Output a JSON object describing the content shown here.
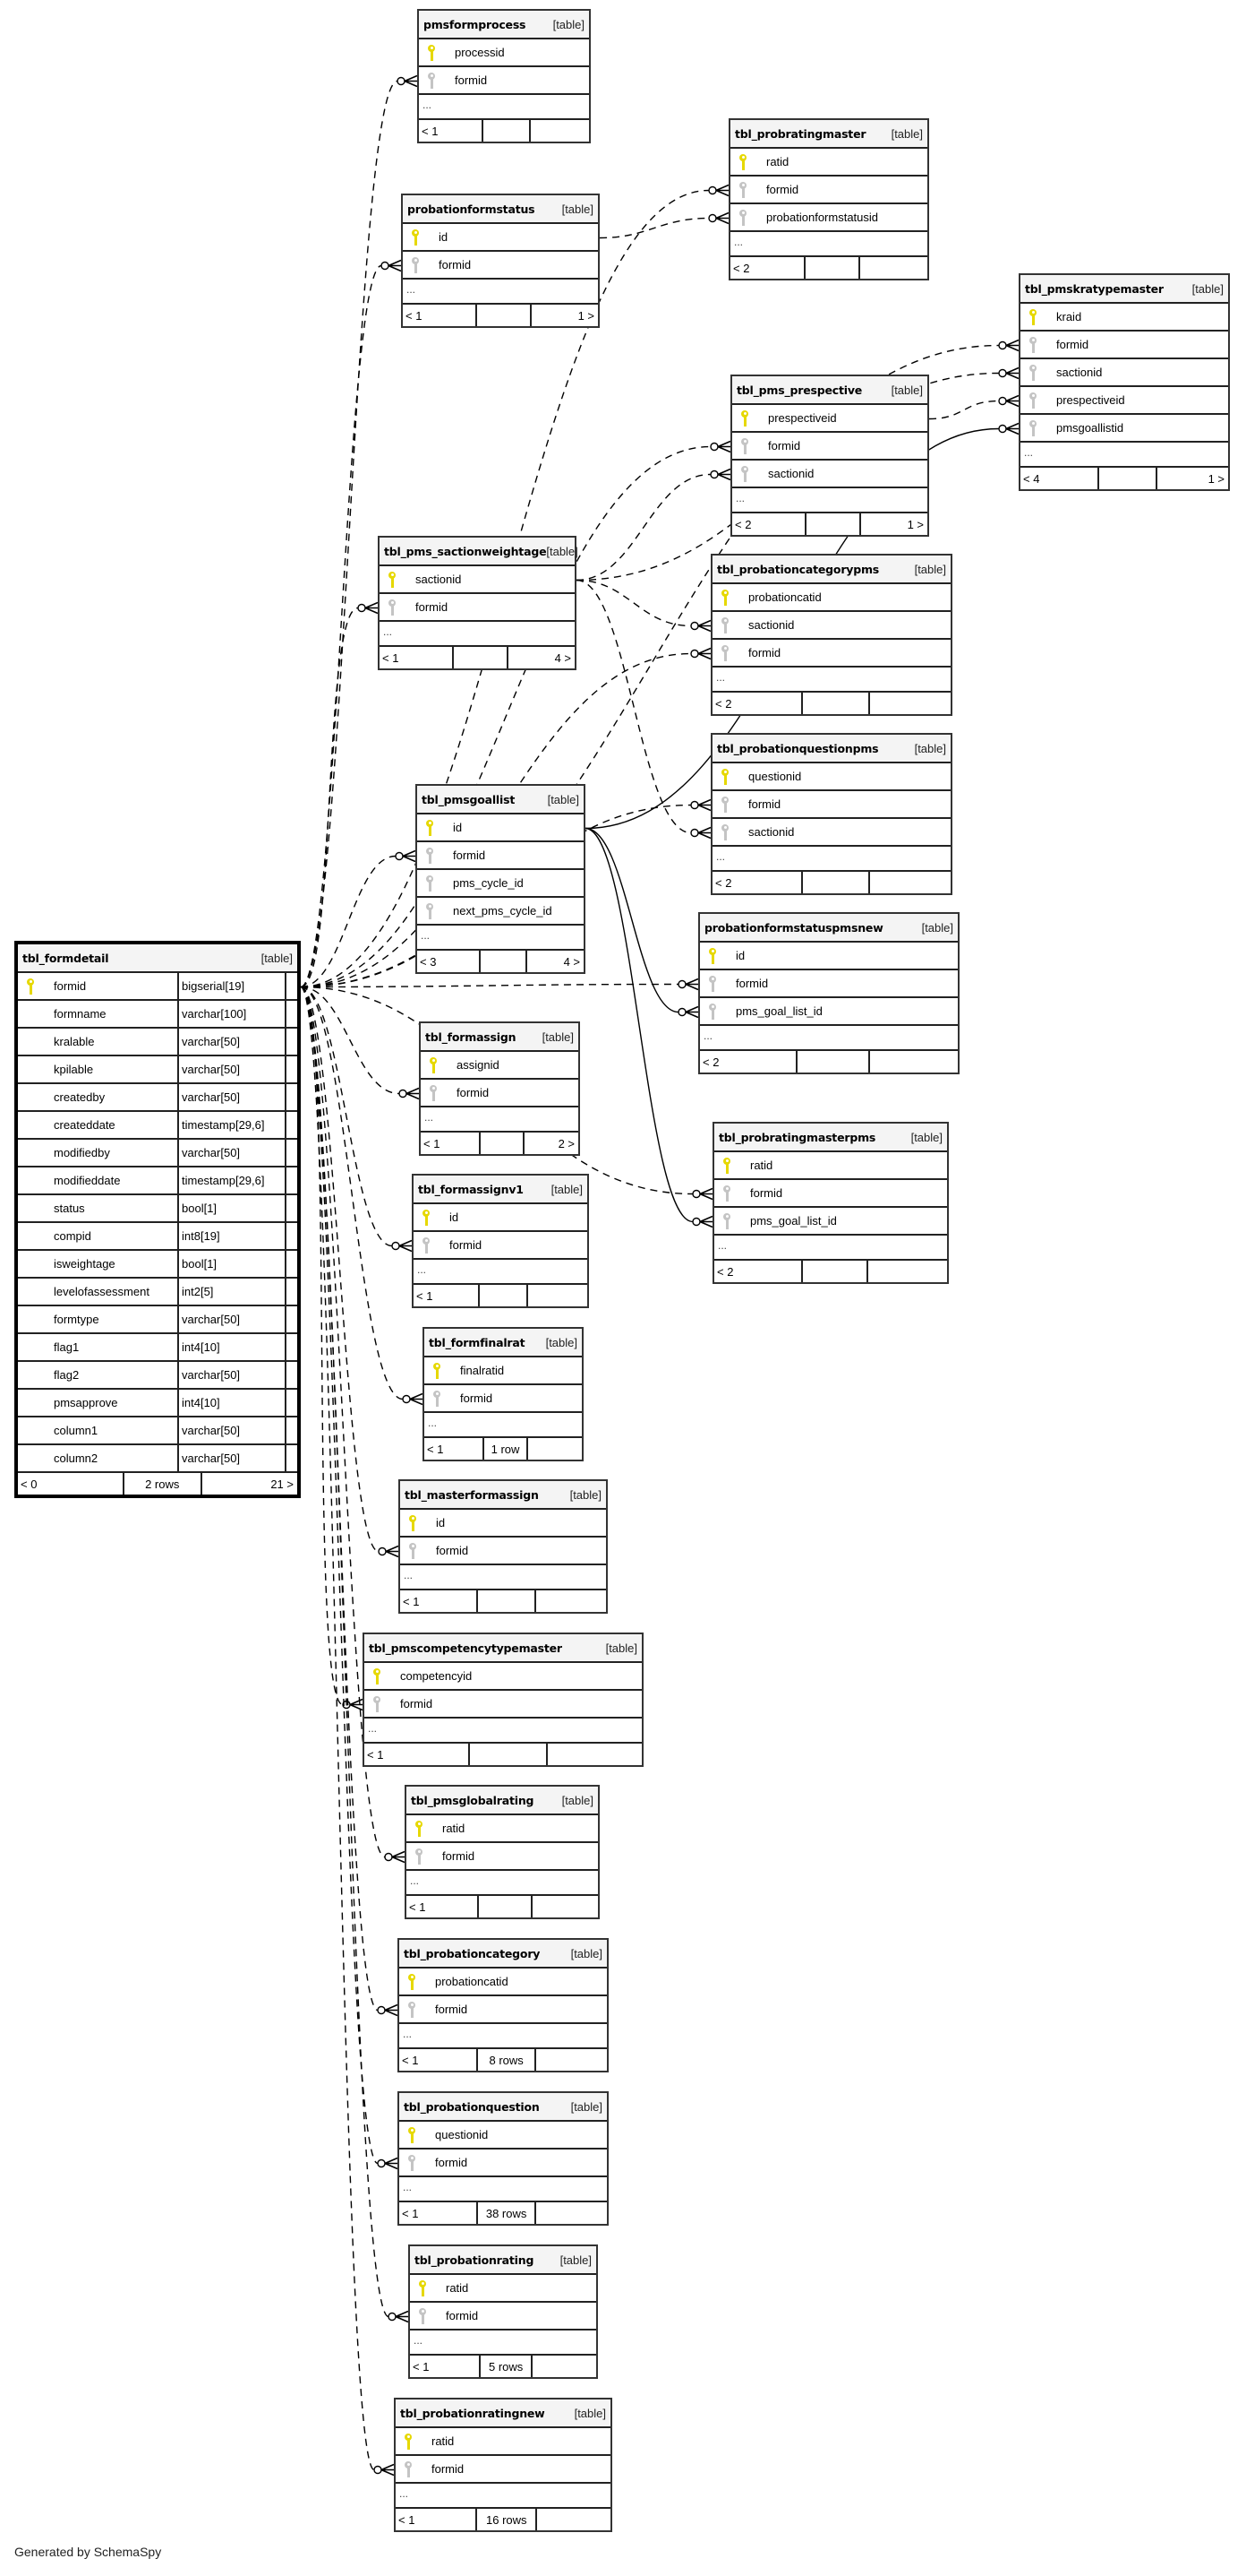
{
  "footer": {
    "generated_by": "Generated by SchemaSpy"
  },
  "table_kind_label": "[table]",
  "key_colors": {
    "primary": "#e6d800",
    "foreign": "#c4c4c4"
  },
  "tables": {
    "tbl_formdetail": {
      "name": "tbl_formdetail",
      "columns": [
        {
          "name": "formid",
          "type": "bigserial[19]",
          "key": "pk"
        },
        {
          "name": "formname",
          "type": "varchar[100]",
          "key": ""
        },
        {
          "name": "kralable",
          "type": "varchar[50]",
          "key": ""
        },
        {
          "name": "kpilable",
          "type": "varchar[50]",
          "key": ""
        },
        {
          "name": "createdby",
          "type": "varchar[50]",
          "key": ""
        },
        {
          "name": "createddate",
          "type": "timestamp[29,6]",
          "key": ""
        },
        {
          "name": "modifiedby",
          "type": "varchar[50]",
          "key": ""
        },
        {
          "name": "modifieddate",
          "type": "timestamp[29,6]",
          "key": ""
        },
        {
          "name": "status",
          "type": "bool[1]",
          "key": ""
        },
        {
          "name": "compid",
          "type": "int8[19]",
          "key": ""
        },
        {
          "name": "isweightage",
          "type": "bool[1]",
          "key": ""
        },
        {
          "name": "levelofassessment",
          "type": "int2[5]",
          "key": ""
        },
        {
          "name": "formtype",
          "type": "varchar[50]",
          "key": ""
        },
        {
          "name": "flag1",
          "type": "int4[10]",
          "key": ""
        },
        {
          "name": "flag2",
          "type": "varchar[50]",
          "key": ""
        },
        {
          "name": "pmsapprove",
          "type": "int4[10]",
          "key": ""
        },
        {
          "name": "column1",
          "type": "varchar[50]",
          "key": ""
        },
        {
          "name": "column2",
          "type": "varchar[50]",
          "key": ""
        }
      ],
      "footer": {
        "parents": "< 0",
        "rows": "2 rows",
        "children": "21 >"
      }
    },
    "pmsformprocess": {
      "name": "pmsformprocess",
      "columns": [
        {
          "name": "processid",
          "key": "pk"
        },
        {
          "name": "formid",
          "key": "fk"
        }
      ],
      "footer": {
        "parents": "< 1",
        "rows": "",
        "children": ""
      }
    },
    "tbl_probratingmaster": {
      "name": "tbl_probratingmaster",
      "columns": [
        {
          "name": "ratid",
          "key": "pk"
        },
        {
          "name": "formid",
          "key": "fk"
        },
        {
          "name": "probationformstatusid",
          "key": "fk"
        }
      ],
      "footer": {
        "parents": "< 2",
        "rows": "",
        "children": ""
      }
    },
    "probationformstatus": {
      "name": "probationformstatus",
      "columns": [
        {
          "name": "id",
          "key": "pk"
        },
        {
          "name": "formid",
          "key": "fk"
        }
      ],
      "footer": {
        "parents": "< 1",
        "rows": "",
        "children": "1 >"
      }
    },
    "tbl_pmskratypemaster": {
      "name": "tbl_pmskratypemaster",
      "columns": [
        {
          "name": "kraid",
          "key": "pk"
        },
        {
          "name": "formid",
          "key": "fk"
        },
        {
          "name": "sactionid",
          "key": "fk"
        },
        {
          "name": "prespectiveid",
          "key": "fk"
        },
        {
          "name": "pmsgoallistid",
          "key": "fk"
        }
      ],
      "footer": {
        "parents": "< 4",
        "rows": "",
        "children": "1 >"
      }
    },
    "tbl_pms_prespective": {
      "name": "tbl_pms_prespective",
      "columns": [
        {
          "name": "prespectiveid",
          "key": "pk"
        },
        {
          "name": "formid",
          "key": "fk"
        },
        {
          "name": "sactionid",
          "key": "fk"
        }
      ],
      "footer": {
        "parents": "< 2",
        "rows": "",
        "children": "1 >"
      }
    },
    "tbl_pms_sactionweightage": {
      "name": "tbl_pms_sactionweightage",
      "columns": [
        {
          "name": "sactionid",
          "key": "pk"
        },
        {
          "name": "formid",
          "key": "fk"
        }
      ],
      "footer": {
        "parents": "< 1",
        "rows": "",
        "children": "4 >"
      }
    },
    "tbl_probationcategorypms": {
      "name": "tbl_probationcategorypms",
      "columns": [
        {
          "name": "probationcatid",
          "key": "pk"
        },
        {
          "name": "sactionid",
          "key": "fk"
        },
        {
          "name": "formid",
          "key": "fk"
        }
      ],
      "footer": {
        "parents": "< 2",
        "rows": "",
        "children": ""
      }
    },
    "tbl_probationquestionpms": {
      "name": "tbl_probationquestionpms",
      "columns": [
        {
          "name": "questionid",
          "key": "pk"
        },
        {
          "name": "formid",
          "key": "fk"
        },
        {
          "name": "sactionid",
          "key": "fk"
        }
      ],
      "footer": {
        "parents": "< 2",
        "rows": "",
        "children": ""
      }
    },
    "tbl_pmsgoallist": {
      "name": "tbl_pmsgoallist",
      "columns": [
        {
          "name": "id",
          "key": "pk"
        },
        {
          "name": "formid",
          "key": "fk"
        },
        {
          "name": "pms_cycle_id",
          "key": "fk"
        },
        {
          "name": "next_pms_cycle_id",
          "key": "fk"
        }
      ],
      "footer": {
        "parents": "< 3",
        "rows": "",
        "children": "4 >"
      }
    },
    "probationformstatuspmsnew": {
      "name": "probationformstatuspmsnew",
      "columns": [
        {
          "name": "id",
          "key": "pk"
        },
        {
          "name": "formid",
          "key": "fk"
        },
        {
          "name": "pms_goal_list_id",
          "key": "fk"
        }
      ],
      "footer": {
        "parents": "< 2",
        "rows": "",
        "children": ""
      }
    },
    "tbl_formassign": {
      "name": "tbl_formassign",
      "columns": [
        {
          "name": "assignid",
          "key": "pk"
        },
        {
          "name": "formid",
          "key": "fk"
        }
      ],
      "footer": {
        "parents": "< 1",
        "rows": "",
        "children": "2 >"
      }
    },
    "tbl_probratingmasterpms": {
      "name": "tbl_probratingmasterpms",
      "columns": [
        {
          "name": "ratid",
          "key": "pk"
        },
        {
          "name": "formid",
          "key": "fk"
        },
        {
          "name": "pms_goal_list_id",
          "key": "fk"
        }
      ],
      "footer": {
        "parents": "< 2",
        "rows": "",
        "children": ""
      }
    },
    "tbl_formassignv1": {
      "name": "tbl_formassignv1",
      "columns": [
        {
          "name": "id",
          "key": "pk"
        },
        {
          "name": "formid",
          "key": "fk"
        }
      ],
      "footer": {
        "parents": "< 1",
        "rows": "",
        "children": ""
      }
    },
    "tbl_formfinalrat": {
      "name": "tbl_formfinalrat",
      "columns": [
        {
          "name": "finalratid",
          "key": "pk"
        },
        {
          "name": "formid",
          "key": "fk"
        }
      ],
      "footer": {
        "parents": "< 1",
        "rows": "1 row",
        "children": ""
      }
    },
    "tbl_masterformassign": {
      "name": "tbl_masterformassign",
      "columns": [
        {
          "name": "id",
          "key": "pk"
        },
        {
          "name": "formid",
          "key": "fk"
        }
      ],
      "footer": {
        "parents": "< 1",
        "rows": "",
        "children": ""
      }
    },
    "tbl_pmscompetencytypemaster": {
      "name": "tbl_pmscompetencytypemaster",
      "columns": [
        {
          "name": "competencyid",
          "key": "pk"
        },
        {
          "name": "formid",
          "key": "fk"
        }
      ],
      "footer": {
        "parents": "< 1",
        "rows": "",
        "children": ""
      }
    },
    "tbl_pmsglobalrating": {
      "name": "tbl_pmsglobalrating",
      "columns": [
        {
          "name": "ratid",
          "key": "pk"
        },
        {
          "name": "formid",
          "key": "fk"
        }
      ],
      "footer": {
        "parents": "< 1",
        "rows": "",
        "children": ""
      }
    },
    "tbl_probationcategory": {
      "name": "tbl_probationcategory",
      "columns": [
        {
          "name": "probationcatid",
          "key": "pk"
        },
        {
          "name": "formid",
          "key": "fk"
        }
      ],
      "footer": {
        "parents": "< 1",
        "rows": "8 rows",
        "children": ""
      }
    },
    "tbl_probationquestion": {
      "name": "tbl_probationquestion",
      "columns": [
        {
          "name": "questionid",
          "key": "pk"
        },
        {
          "name": "formid",
          "key": "fk"
        }
      ],
      "footer": {
        "parents": "< 1",
        "rows": "38 rows",
        "children": ""
      }
    },
    "tbl_probationrating": {
      "name": "tbl_probationrating",
      "columns": [
        {
          "name": "ratid",
          "key": "pk"
        },
        {
          "name": "formid",
          "key": "fk"
        }
      ],
      "footer": {
        "parents": "< 1",
        "rows": "5 rows",
        "children": ""
      }
    },
    "tbl_probationratingnew": {
      "name": "tbl_probationratingnew",
      "columns": [
        {
          "name": "ratid",
          "key": "pk"
        },
        {
          "name": "formid",
          "key": "fk"
        }
      ],
      "footer": {
        "parents": "< 1",
        "rows": "16 rows",
        "children": ""
      }
    }
  },
  "relationships": [
    {
      "from": "tbl_formdetail.formid",
      "to": "pmsformprocess.formid",
      "style": "dashed"
    },
    {
      "from": "tbl_formdetail.formid",
      "to": "tbl_probratingmaster.formid",
      "style": "dashed"
    },
    {
      "from": "probationformstatus.id",
      "to": "tbl_probratingmaster.probationformstatusid",
      "style": "dashed"
    },
    {
      "from": "tbl_formdetail.formid",
      "to": "probationformstatus.formid",
      "style": "dashed"
    },
    {
      "from": "tbl_formdetail.formid",
      "to": "tbl_pmskratypemaster.formid",
      "style": "dashed"
    },
    {
      "from": "tbl_pms_sactionweightage.sactionid",
      "to": "tbl_pmskratypemaster.sactionid",
      "style": "dashed"
    },
    {
      "from": "tbl_pms_prespective.prespectiveid",
      "to": "tbl_pmskratypemaster.prespectiveid",
      "style": "dashed"
    },
    {
      "from": "tbl_pmsgoallist.id",
      "to": "tbl_pmskratypemaster.pmsgoallistid",
      "style": "solid"
    },
    {
      "from": "tbl_formdetail.formid",
      "to": "tbl_pms_prespective.formid",
      "style": "dashed"
    },
    {
      "from": "tbl_pms_sactionweightage.sactionid",
      "to": "tbl_pms_prespective.sactionid",
      "style": "dashed"
    },
    {
      "from": "tbl_formdetail.formid",
      "to": "tbl_pms_sactionweightage.formid",
      "style": "dashed"
    },
    {
      "from": "tbl_pms_sactionweightage.sactionid",
      "to": "tbl_probationcategorypms.sactionid",
      "style": "dashed"
    },
    {
      "from": "tbl_formdetail.formid",
      "to": "tbl_probationcategorypms.formid",
      "style": "dashed"
    },
    {
      "from": "tbl_formdetail.formid",
      "to": "tbl_probationquestionpms.formid",
      "style": "dashed"
    },
    {
      "from": "tbl_pms_sactionweightage.sactionid",
      "to": "tbl_probationquestionpms.sactionid",
      "style": "dashed"
    },
    {
      "from": "tbl_formdetail.formid",
      "to": "tbl_pmsgoallist.formid",
      "style": "dashed"
    },
    {
      "from": "tbl_formdetail.formid",
      "to": "probationformstatuspmsnew.formid",
      "style": "dashed"
    },
    {
      "from": "tbl_pmsgoallist.id",
      "to": "probationformstatuspmsnew.pms_goal_list_id",
      "style": "solid"
    },
    {
      "from": "tbl_formdetail.formid",
      "to": "tbl_formassign.formid",
      "style": "dashed"
    },
    {
      "from": "tbl_formdetail.formid",
      "to": "tbl_probratingmasterpms.formid",
      "style": "dashed"
    },
    {
      "from": "tbl_pmsgoallist.id",
      "to": "tbl_probratingmasterpms.pms_goal_list_id",
      "style": "solid"
    },
    {
      "from": "tbl_formdetail.formid",
      "to": "tbl_formassignv1.formid",
      "style": "dashed"
    },
    {
      "from": "tbl_formdetail.formid",
      "to": "tbl_formfinalrat.formid",
      "style": "dashed"
    },
    {
      "from": "tbl_formdetail.formid",
      "to": "tbl_masterformassign.formid",
      "style": "dashed"
    },
    {
      "from": "tbl_formdetail.formid",
      "to": "tbl_pmscompetencytypemaster.formid",
      "style": "dashed"
    },
    {
      "from": "tbl_formdetail.formid",
      "to": "tbl_pmsglobalrating.formid",
      "style": "dashed"
    },
    {
      "from": "tbl_formdetail.formid",
      "to": "tbl_probationcategory.formid",
      "style": "dashed"
    },
    {
      "from": "tbl_formdetail.formid",
      "to": "tbl_probationquestion.formid",
      "style": "dashed"
    },
    {
      "from": "tbl_formdetail.formid",
      "to": "tbl_probationrating.formid",
      "style": "dashed"
    },
    {
      "from": "tbl_formdetail.formid",
      "to": "tbl_probationratingnew.formid",
      "style": "dashed"
    }
  ]
}
